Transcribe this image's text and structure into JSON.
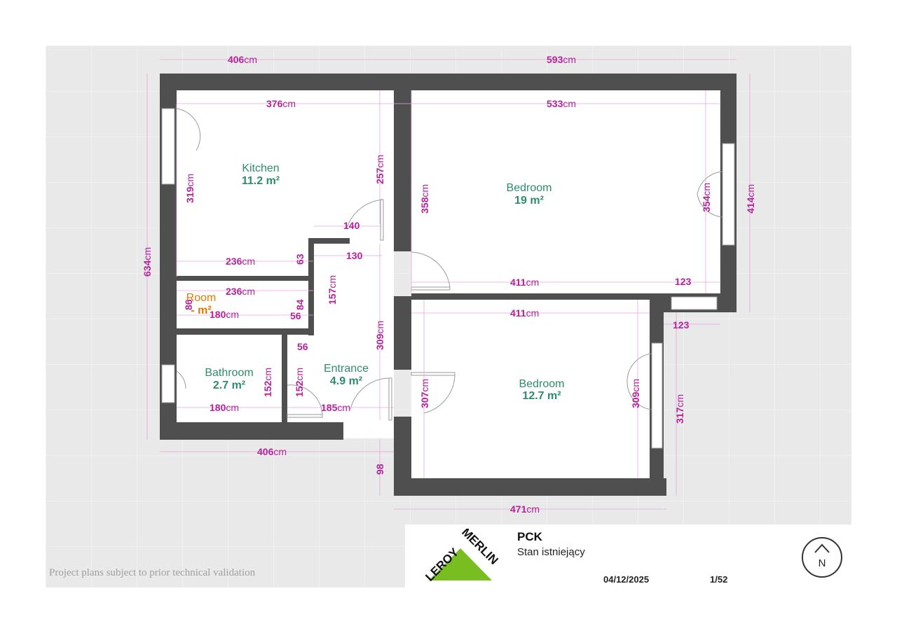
{
  "rooms": {
    "kitchen": {
      "name": "Kitchen",
      "area": "11.2 m²"
    },
    "bedroom1": {
      "name": "Bedroom",
      "area": "19 m²"
    },
    "bedroom2": {
      "name": "Bedroom",
      "area": "12.7 m²"
    },
    "bathroom": {
      "name": "Bathroom",
      "area": "2.7 m²"
    },
    "entrance": {
      "name": "Entrance",
      "area": "4.9 m²"
    },
    "room": {
      "name": "Room",
      "area": "- m²"
    }
  },
  "dimensions": {
    "unit": "cm",
    "outer_top_left": "406",
    "outer_top_right": "593",
    "kitchen_width": "376",
    "bedroom1_width": "533",
    "outer_left": "634",
    "outer_right": "414",
    "kitchen_height": "319",
    "kitchen_right": "257",
    "bedroom1_left": "358",
    "bedroom1_right": "354",
    "door_140": "140",
    "door_130": "130",
    "room_top": "236",
    "room_top2": "236",
    "room_63": "63",
    "entrance_157": "157",
    "bed_411a": "411",
    "bed_123a": "123",
    "bed_411b": "411",
    "bed_123b": "123",
    "room_86": "86",
    "room_180": "180",
    "room_84": "84",
    "room_56": "56",
    "entrance_56": "56",
    "entrance_309": "309",
    "bath_152": "152",
    "bath_152b": "152",
    "bath_180": "180",
    "entrance_185": "185",
    "bed2_307": "307",
    "bed2_309": "309",
    "bed2_317": "317",
    "outer_bottom_left": "406",
    "outer_98": "98",
    "bed2_width": "471"
  },
  "title_block": {
    "project": "PCK",
    "subtitle": "Stan istniejący",
    "date": "04/12/2025",
    "page": "1/52",
    "logo_word1": "LEROY",
    "logo_word2": "MERLIN",
    "compass": "N",
    "logo_color": "#78be20"
  },
  "disclaimer": "Project plans subject to prior technical validation",
  "colors": {
    "wall": "#4f4f4f",
    "dimension": "#b5239c",
    "room_label": "#2e8b6f",
    "room_label_alt": "#e07b00"
  }
}
